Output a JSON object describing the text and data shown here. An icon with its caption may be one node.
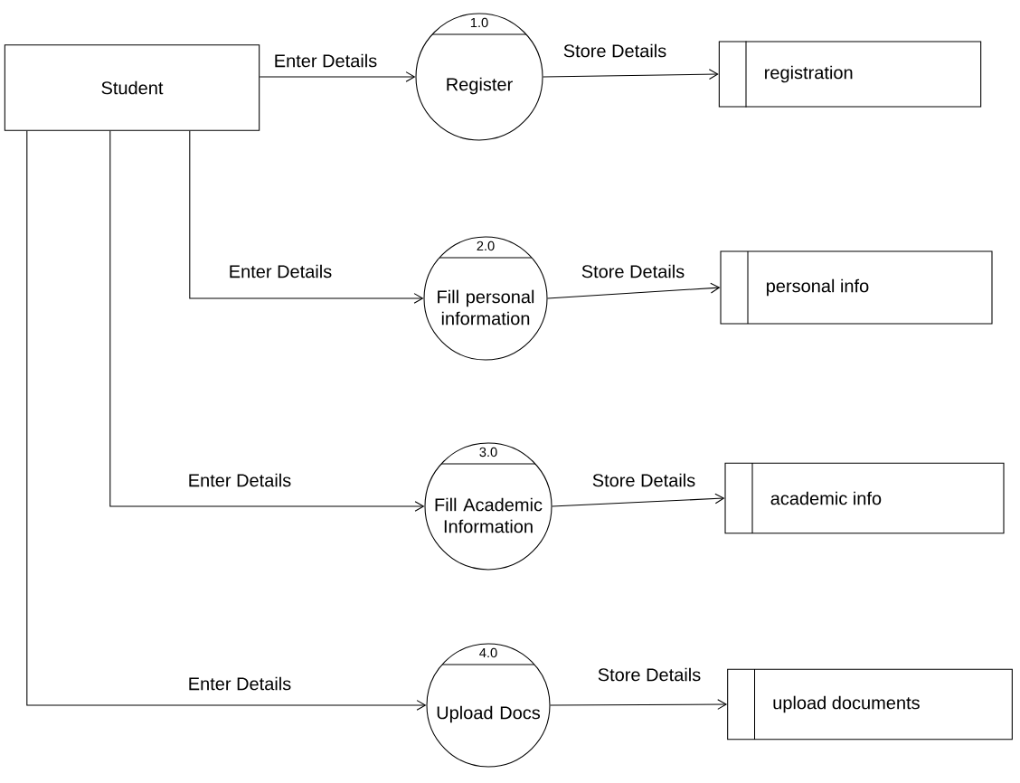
{
  "diagram": {
    "nodes": [
      {
        "text": [
          "Student"
        ]
      },
      {
        "text": [
          "1.0",
          "Register"
        ]
      },
      {
        "text": [
          "registration"
        ]
      },
      {
        "text": [
          "2.0",
          "Fill personal information"
        ]
      },
      {
        "text": [
          "personal info"
        ]
      },
      {
        "text": [
          "3.0",
          "Fill Academic Information"
        ]
      },
      {
        "text": [
          "academic info"
        ]
      },
      {
        "text": [
          "4.0",
          "Upload Docs"
        ]
      },
      {
        "text": [
          "upload documents"
        ]
      }
    ],
    "edges": [
      {
        "from": 0,
        "to": 1,
        "arrow": "to",
        "label": "Enter Details"
      },
      {
        "from": 1,
        "to": 2,
        "arrow": "to",
        "label": "Store Details"
      },
      {
        "from": 0,
        "to": 3,
        "arrow": "to",
        "label": "Enter Details"
      },
      {
        "from": 3,
        "to": 4,
        "arrow": "to",
        "label": "Store Details"
      },
      {
        "from": 0,
        "to": 5,
        "arrow": "to",
        "label": "Enter Details"
      },
      {
        "from": 5,
        "to": 6,
        "arrow": "to",
        "label": "Store Details"
      },
      {
        "from": 0,
        "to": 7,
        "arrow": "to",
        "label": "Enter Details"
      },
      {
        "from": 7,
        "to": 8,
        "arrow": "to",
        "label": "Store Details"
      }
    ]
  }
}
